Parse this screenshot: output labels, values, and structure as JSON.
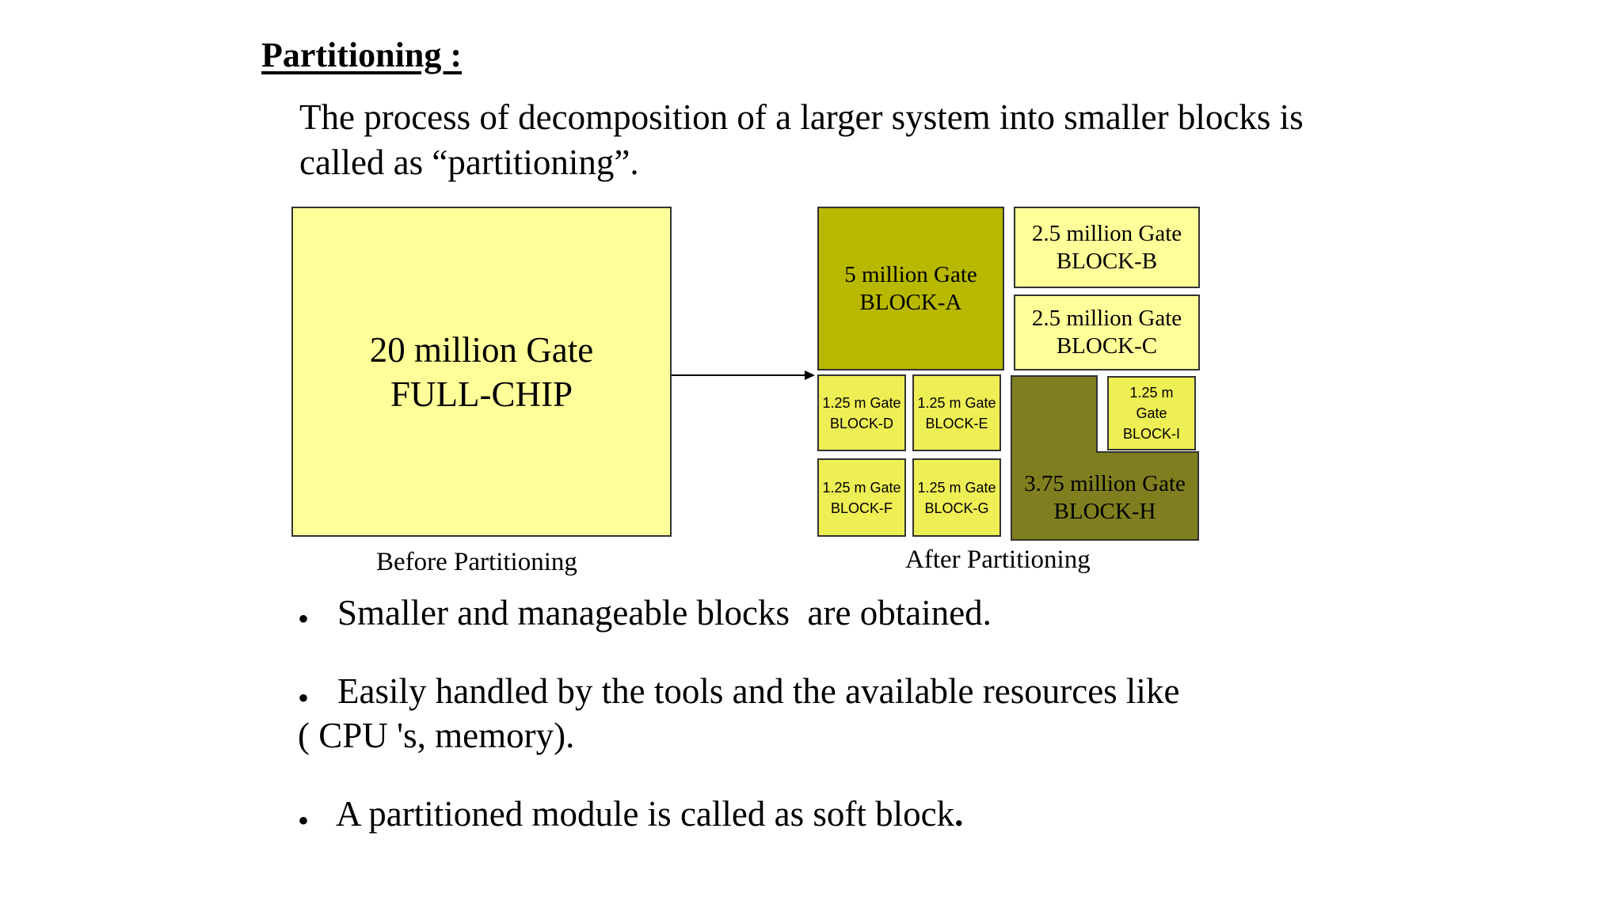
{
  "title": "Partitioning :",
  "intro": "The process of decomposition of a larger system into smaller blocks is called as “partitioning”.",
  "diagram": {
    "full_chip": {
      "line1": "20 million Gate",
      "line2": "FULL-CHIP"
    },
    "before_caption": "Before Partitioning",
    "after_caption": "After Partitioning",
    "blocks": {
      "a": {
        "line1": "5 million Gate",
        "line2": "BLOCK-A"
      },
      "b": {
        "line1": "2.5 million Gate",
        "line2": "BLOCK-B"
      },
      "c": {
        "line1": "2.5 million Gate",
        "line2": "BLOCK-C"
      },
      "d": {
        "line1": "1.25 m Gate",
        "line2": "BLOCK-D"
      },
      "e": {
        "line1": "1.25 m Gate",
        "line2": "BLOCK-E"
      },
      "f": {
        "line1": "1.25 m Gate",
        "line2": "BLOCK-F"
      },
      "g": {
        "line1": "1.25 m Gate",
        "line2": "BLOCK-G"
      },
      "h": {
        "line1": "3.75 million Gate",
        "line2": "BLOCK-H"
      },
      "i": {
        "line1": "1.25 m",
        "line2": "Gate",
        "line3": "BLOCK-I"
      }
    }
  },
  "bullets": [
    "Smaller and manageable blocks  are obtained.",
    "Easily handled by the tools and the available resources like",
    "( CPU 's, memory).",
    "A partitioned module is called as soft block"
  ],
  "bullet_glyph": "•",
  "final_period": ".",
  "colors": {
    "light_yellow": "#FFFF99",
    "medium_yellow": "#EEEE55",
    "olive": "#B8B800",
    "dark_olive": "#7F7F1F"
  }
}
